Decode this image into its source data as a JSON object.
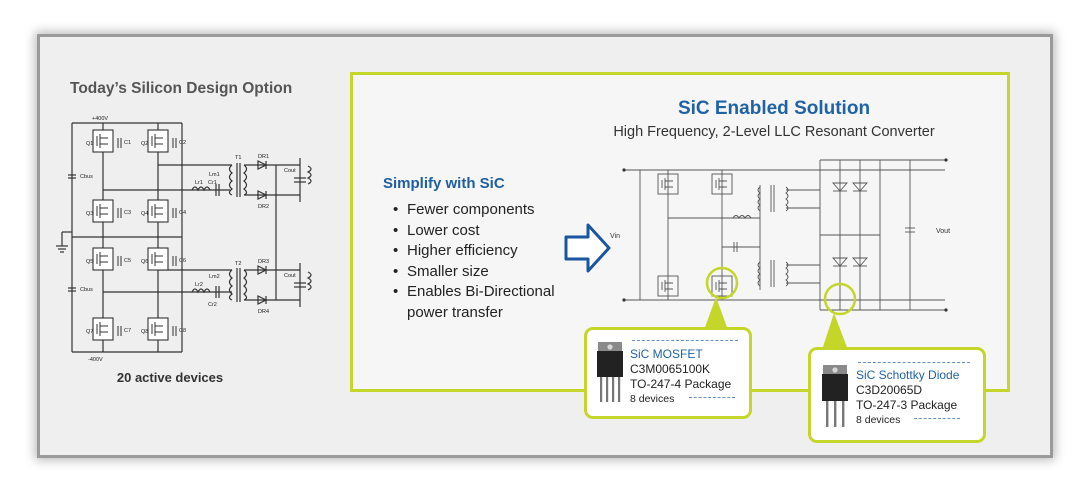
{
  "left_panel": {
    "title": "Today’s Silicon Design Option",
    "caption": "20 active devices",
    "schematic_labels": {
      "plus_bus": "+400V",
      "minus_bus": "-400V",
      "q1": "Q1",
      "q2": "Q2",
      "q3": "Q3",
      "q4": "Q4",
      "q5": "Q5",
      "q6": "Q6",
      "q7": "Q7",
      "q8": "Q8",
      "c1": "C1",
      "c2": "C2",
      "c3": "C3",
      "c4": "C4",
      "c5": "C5",
      "c6": "C6",
      "c7": "C7",
      "c8": "C8",
      "cbus1": "Cbus",
      "cbus2": "Cbus",
      "lr1": "Lr1",
      "cr1": "Cr1",
      "lm1": "Lm1",
      "lr2": "Lr2",
      "cr2": "Cr2",
      "lm2": "Lm2",
      "t1": "T1",
      "t2": "T2",
      "dr1": "DR1",
      "dr2": "DR2",
      "dr3": "DR3",
      "dr4": "DR4",
      "cout1": "Cout",
      "cout2": "Cout"
    }
  },
  "right_panel": {
    "title": "SiC Enabled Solution",
    "subtitle": "High Frequency, 2-Level LLC Resonant Converter",
    "heading": "Simplify with SiC",
    "bullets": [
      "Fewer components",
      "Lower cost",
      "Higher efficiency",
      "Smaller size",
      "Enables Bi-Directional"
    ],
    "bullet_continuation": "power transfer",
    "schematic_labels": {
      "vin": "Vin",
      "vout": "Vout"
    }
  },
  "callouts": {
    "mosfet": {
      "name": "SiC MOSFET",
      "part": "C3M0065100K",
      "package": "TO-247-4 Package",
      "count": "8 devices"
    },
    "diode": {
      "name": "SiC Schottky Diode",
      "part": "C3D20065D",
      "package": "TO-247-3 Package",
      "count": "8 devices"
    }
  },
  "colors": {
    "accent_green": "#c4d629",
    "title_blue": "#1f63a6",
    "arrow_blue": "#1a56a0"
  }
}
